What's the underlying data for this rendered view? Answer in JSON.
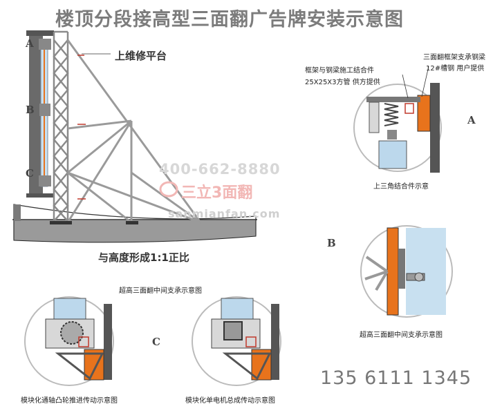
{
  "title": "楼顶分段接高型三面翻广告牌安装示意图",
  "labels": {
    "top_platform": "上维修平台",
    "ratio_note": "与高度形成1:1正比",
    "frame_steel_join": "框架与钢梁施工结合件",
    "tube_spec": "25X25X3方管 供方提供",
    "support_steel": "三面翻框架支承钢梁",
    "channel_spec": "12#槽钢 用户提供",
    "upper_triangle": "上三角结合件示意",
    "mid_support_top": "超高三面翻中间支承示意图",
    "mid_support_b": "超高三面翻中间支承示意图",
    "modular_cam": "模块化通轴凸轮推进传动示意图",
    "modular_motor": "模块化单电机总成传动示意图"
  },
  "letters": {
    "a_left": "A",
    "b_left": "B",
    "c_left": "C",
    "a_detail": "A",
    "b_detail": "B",
    "c_detail": "C"
  },
  "watermark": {
    "phone": "400-662-8880",
    "brand": "三立",
    "brand_mark": "3",
    "brand_suffix": "面翻",
    "url": "sanmianfan.com"
  },
  "contact_phone": "135 6111 1345",
  "colors": {
    "orange": "#e8731c",
    "blue": "#bcd8ec",
    "steel": "#8a8a8a",
    "dark": "#333333",
    "wall": "#555555"
  }
}
